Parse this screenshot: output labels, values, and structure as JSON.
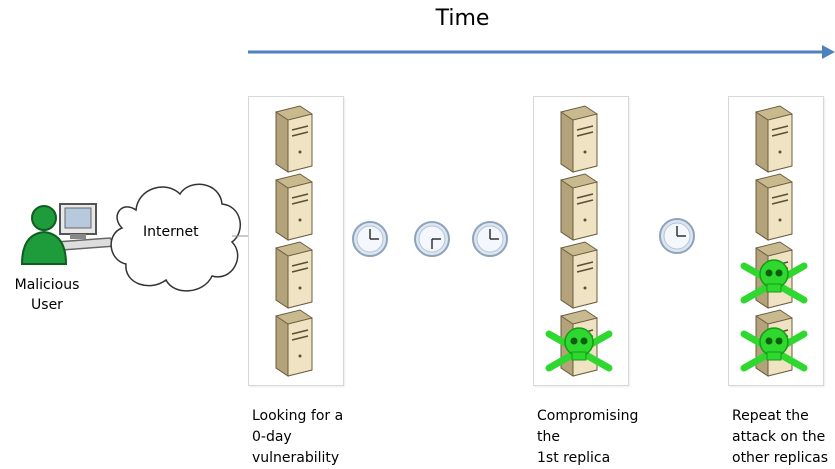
{
  "timeline": {
    "label": "Time",
    "arrow_color": "#4f81bd"
  },
  "actor": {
    "label_line1": "Malicious",
    "label_line2": "User"
  },
  "network": {
    "label": "Internet"
  },
  "stages": [
    {
      "caption_lines": [
        "Looking for a",
        "0-day",
        "vulnerability"
      ],
      "servers": [
        "ok",
        "ok",
        "ok",
        "ok"
      ]
    },
    {
      "caption_lines": [
        "Compromising",
        "the",
        "1st replica"
      ],
      "servers": [
        "ok",
        "ok",
        "ok",
        "compromised"
      ]
    },
    {
      "caption_lines": [
        "Repeat the",
        "attack on the",
        "other replicas"
      ],
      "servers": [
        "ok",
        "ok",
        "compromised",
        "compromised"
      ]
    }
  ],
  "icons": {
    "server": "server-icon",
    "clock": "clock-icon",
    "skull": "skull-crossbones-icon",
    "user": "malicious-user-icon",
    "cloud": "cloud-icon"
  },
  "colors": {
    "skull": "#2fd82f",
    "server_body": "#efe3c4",
    "clock_face": "#dbe6f2"
  }
}
